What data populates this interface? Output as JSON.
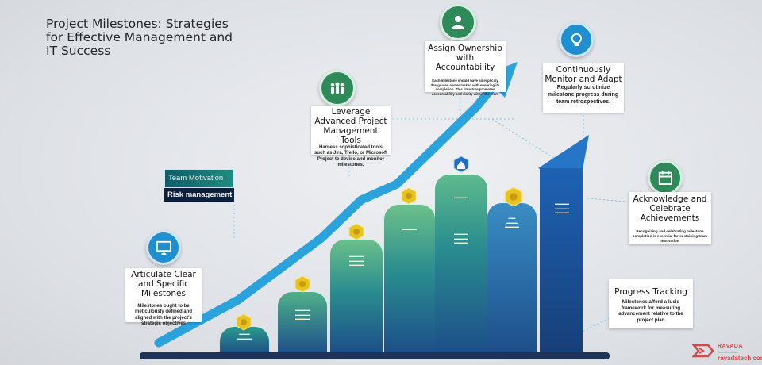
{
  "title": "Project Milestones: Strategies for Effective Management and IT Success",
  "tags": {
    "team_motivation": "Team Motivation",
    "risk_management": "Risk management"
  },
  "cards": {
    "articulate": {
      "title": "Articulate Clear and Specific Milestones",
      "text": "Milestones ought to be meticulously defined and aligned with the project's strategic objectives"
    },
    "leverage": {
      "title": "Leverage Advanced Project Management Tools",
      "text": "Harness sophisticated tools such as Jira, Trello, or Microsoft Project to devise and monitor milestones."
    },
    "assign": {
      "title": "Assign Ownership with Accountability",
      "text": "Each milestone should have an explicitly designated owner tasked with ensuring its completion. This structure promotes accountability and clarity within the team"
    },
    "monitor": {
      "title": "Continuously Monitor and Adapt",
      "text": "Regularly scrutinize milestone progress during team retrospectives."
    },
    "acknowledge": {
      "title": "Acknowledge and Celebrate Achievements",
      "text": "Recognizing and celebrating milestone completion is essential for sustaining team motivation"
    },
    "progress": {
      "title": "Progress Tracking",
      "text": "Milestones afford a lucid framework for measuring advancement relative to the project plan"
    }
  },
  "icons": {
    "articulate": "monitor-icon",
    "leverage": "team-icon",
    "assign": "person-icon",
    "monitor": "lightbulb-icon",
    "acknowledge": "calendar-icon"
  },
  "colors": {
    "arrow": "#1f9ad6",
    "base": "#1f3356",
    "badge": "#e8c21e",
    "bar_top": "#6cc08a",
    "bar_bottom": "#1d4e8a",
    "brand": "#d8474b"
  },
  "brand": {
    "name": "RAVADA",
    "tagline": "Tech Solutions",
    "url": "ravadatech.com"
  }
}
